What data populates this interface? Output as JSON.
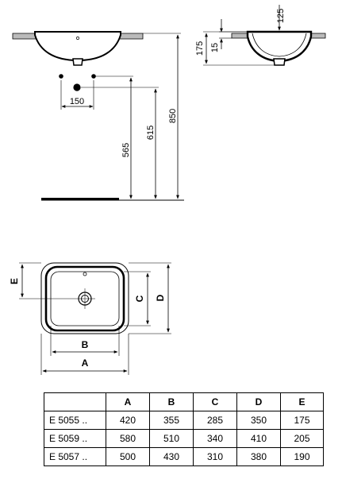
{
  "elevation": {
    "height_total": "850",
    "height_waste": "615",
    "height_trap": "565",
    "tap_spacing": "150"
  },
  "section": {
    "depth_total": "175",
    "bowl_depth": "125",
    "rim_thickness": "15"
  },
  "plan": {
    "label_a": "A",
    "label_b": "B",
    "label_c": "C",
    "label_d": "D",
    "label_e": "E"
  },
  "table": {
    "headers": [
      "",
      "A",
      "B",
      "C",
      "D",
      "E"
    ],
    "rows": [
      [
        "E 5055 ..",
        "420",
        "355",
        "285",
        "350",
        "175"
      ],
      [
        "E 5059 ..",
        "580",
        "510",
        "340",
        "410",
        "205"
      ],
      [
        "E 5057 ..",
        "500",
        "430",
        "310",
        "380",
        "190"
      ]
    ]
  }
}
